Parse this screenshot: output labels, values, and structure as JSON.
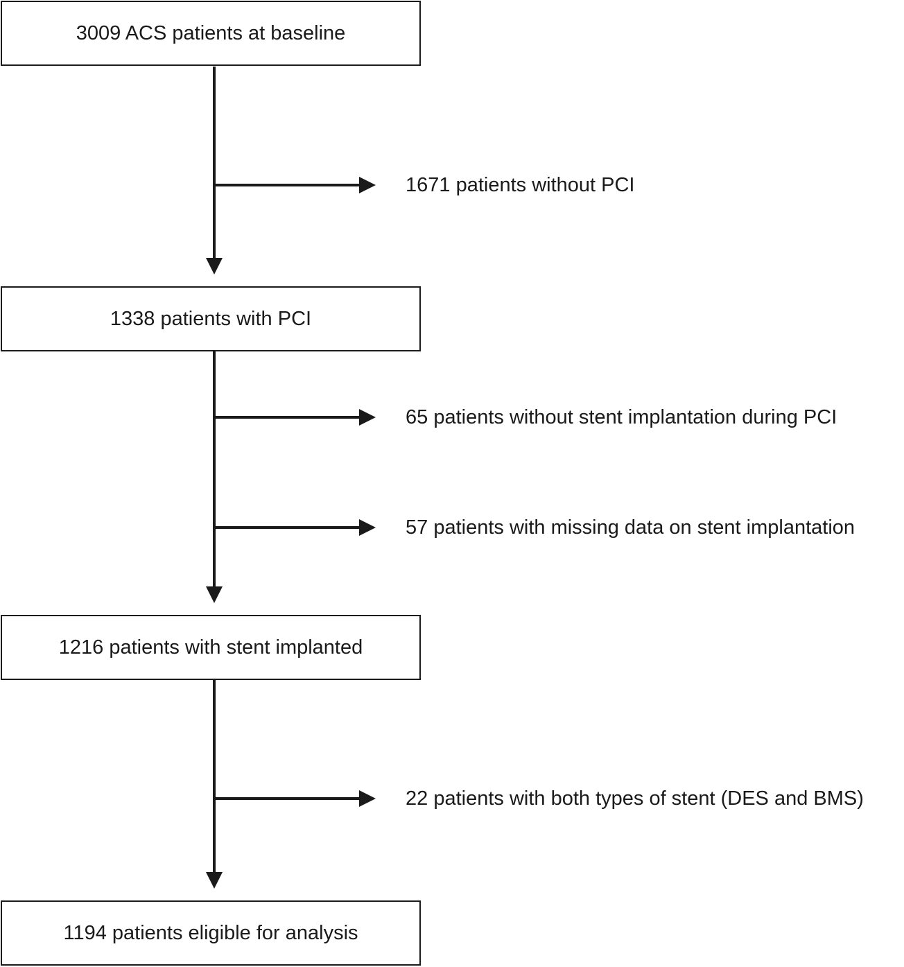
{
  "boxes": [
    {
      "text": "3009 ACS patients at baseline"
    },
    {
      "text": "1338 patients with PCI"
    },
    {
      "text": "1216 patients with stent implanted"
    },
    {
      "text": "1194 patients eligible for analysis"
    }
  ],
  "exclusions": [
    {
      "text": "1671 patients without PCI"
    },
    {
      "text": "65 patients without stent implantation during PCI"
    },
    {
      "text": "57 patients with missing data on stent implantation"
    },
    {
      "text": "22 patients with both types of stent (DES and BMS)"
    }
  ],
  "colors": {
    "line": "#1a1a1a",
    "background": "#ffffff"
  }
}
